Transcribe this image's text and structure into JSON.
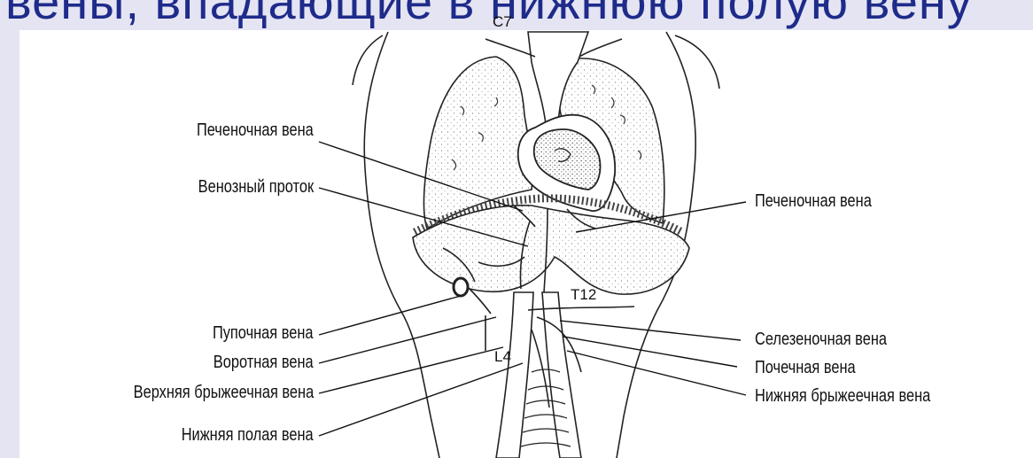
{
  "slide": {
    "title": "вены, впадающие в нижнюю полую вену",
    "colors": {
      "band": "#e4e4f3",
      "title": "#1e2b8a",
      "ink": "#111111"
    }
  },
  "diagram": {
    "markers": {
      "c7": "C7",
      "t12": "T12",
      "l4": "L4"
    },
    "labels_left": [
      "Печеночная вена",
      "Венозный проток",
      "Пупочная вена",
      "Воротная вена",
      "Верхняя брыжеечная вена",
      "Нижняя полая вена"
    ],
    "labels_right": [
      "Печеночная вена",
      "Селезеночная вена",
      "Почечная вена",
      "Нижняя брыжеечная вена"
    ]
  }
}
